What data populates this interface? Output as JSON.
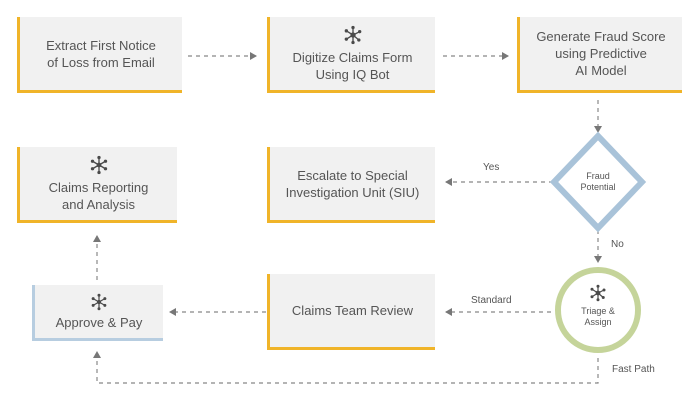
{
  "nodes": {
    "extract": {
      "label": "Extract First Notice\nof Loss from Email"
    },
    "digitize": {
      "label": "Digitize Claims Form\nUsing IQ Bot",
      "icon": "hub-icon"
    },
    "fraud_score": {
      "label": "Generate Fraud Score\nusing Predictive\nAI Model"
    },
    "fraud_potential": {
      "label": "Fraud\nPotential"
    },
    "siu": {
      "label": "Escalate to Special\nInvestigation Unit (SIU)"
    },
    "reporting": {
      "label": "Claims Reporting\nand Analysis",
      "icon": "asterisk-icon"
    },
    "triage": {
      "label": "Triage &\nAssign",
      "icon": "hub-icon"
    },
    "team_review": {
      "label": "Claims Team Review"
    },
    "approve": {
      "label": "Approve & Pay",
      "icon": "asterisk-icon"
    }
  },
  "edges": {
    "yes": "Yes",
    "no": "No",
    "standard": "Standard",
    "fast_path": "Fast Path"
  },
  "colors": {
    "gold": "#f0b429",
    "light_blue": "#b7cde0",
    "diamond_blue": "#a9c3d9",
    "circle_green": "#c5d49a",
    "box_fill": "#f1f1f1",
    "icon": "#4a4a4a",
    "arrow": "#777777"
  }
}
